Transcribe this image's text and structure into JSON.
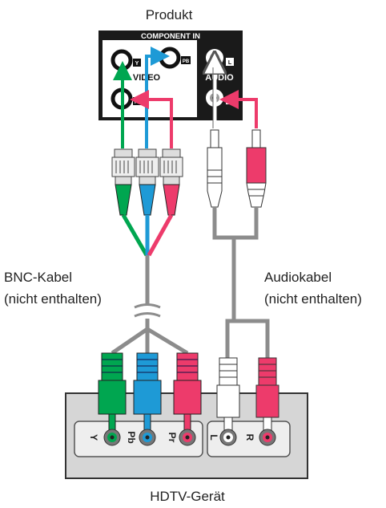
{
  "labels": {
    "top_device": "Produkt",
    "bottom_device": "HDTV-Gerät",
    "left_cable_line1": "BNC-Kabel",
    "left_cable_line2": "(nicht enthalten)",
    "right_cable_line1": "Audiokabel",
    "right_cable_line2": "(nicht enthalten)"
  },
  "top_panel": {
    "title": "COMPONENT IN",
    "video_label": "VIDEO",
    "audio_label": "AUDIO",
    "jack_y": "Y",
    "jack_pb": "PB",
    "jack_pr": "PR",
    "jack_l": "L",
    "jack_r": "R"
  },
  "bottom_panel": {
    "jack_y": "Y",
    "jack_pb": "Pb",
    "jack_pr": "Pr",
    "jack_l": "L",
    "jack_r": "R"
  },
  "colors": {
    "green": "#00a650",
    "blue": "#1e9ad6",
    "red": "#ed3b6b",
    "white": "#ffffff",
    "cable_gray": "#8c8c8c",
    "panel_black": "#1a1a1a",
    "device_gray": "#d6d6d6"
  }
}
